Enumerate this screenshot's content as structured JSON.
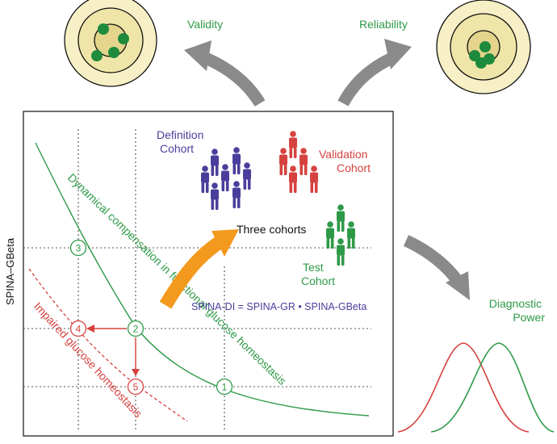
{
  "labels": {
    "validity": "Validity",
    "reliability": "Reliability",
    "definition_cohort": [
      "Definition",
      "Cohort"
    ],
    "validation_cohort": [
      "Validation",
      "Cohort"
    ],
    "test_cohort": [
      "Test",
      "Cohort"
    ],
    "three_cohorts": "Three cohorts",
    "formula": "SPINA-DI = SPINA-GR • SPINA-GBeta",
    "y_axis": "SPINA–GBeta",
    "diagnostic_power": [
      "Diagnostic",
      "Power"
    ],
    "dynamical_compensation": "Dynamical compensation in functional glucose homeostasis",
    "impaired": "Impaired glucose homeostasis"
  },
  "points": [
    {
      "id": "3",
      "kind": "green"
    },
    {
      "id": "2",
      "kind": "green"
    },
    {
      "id": "1",
      "kind": "green"
    },
    {
      "id": "4",
      "kind": "red"
    },
    {
      "id": "5",
      "kind": "red"
    }
  ],
  "colors": {
    "green": "#2e9a48",
    "red": "#d6423f",
    "blue": "#4a3e9c",
    "orange": "#f39a1e",
    "gray": "#8a8a8a",
    "target_outer": "#f7f0c6",
    "target_mid": "#efe5a8",
    "target_inner": "#e4d48c"
  }
}
